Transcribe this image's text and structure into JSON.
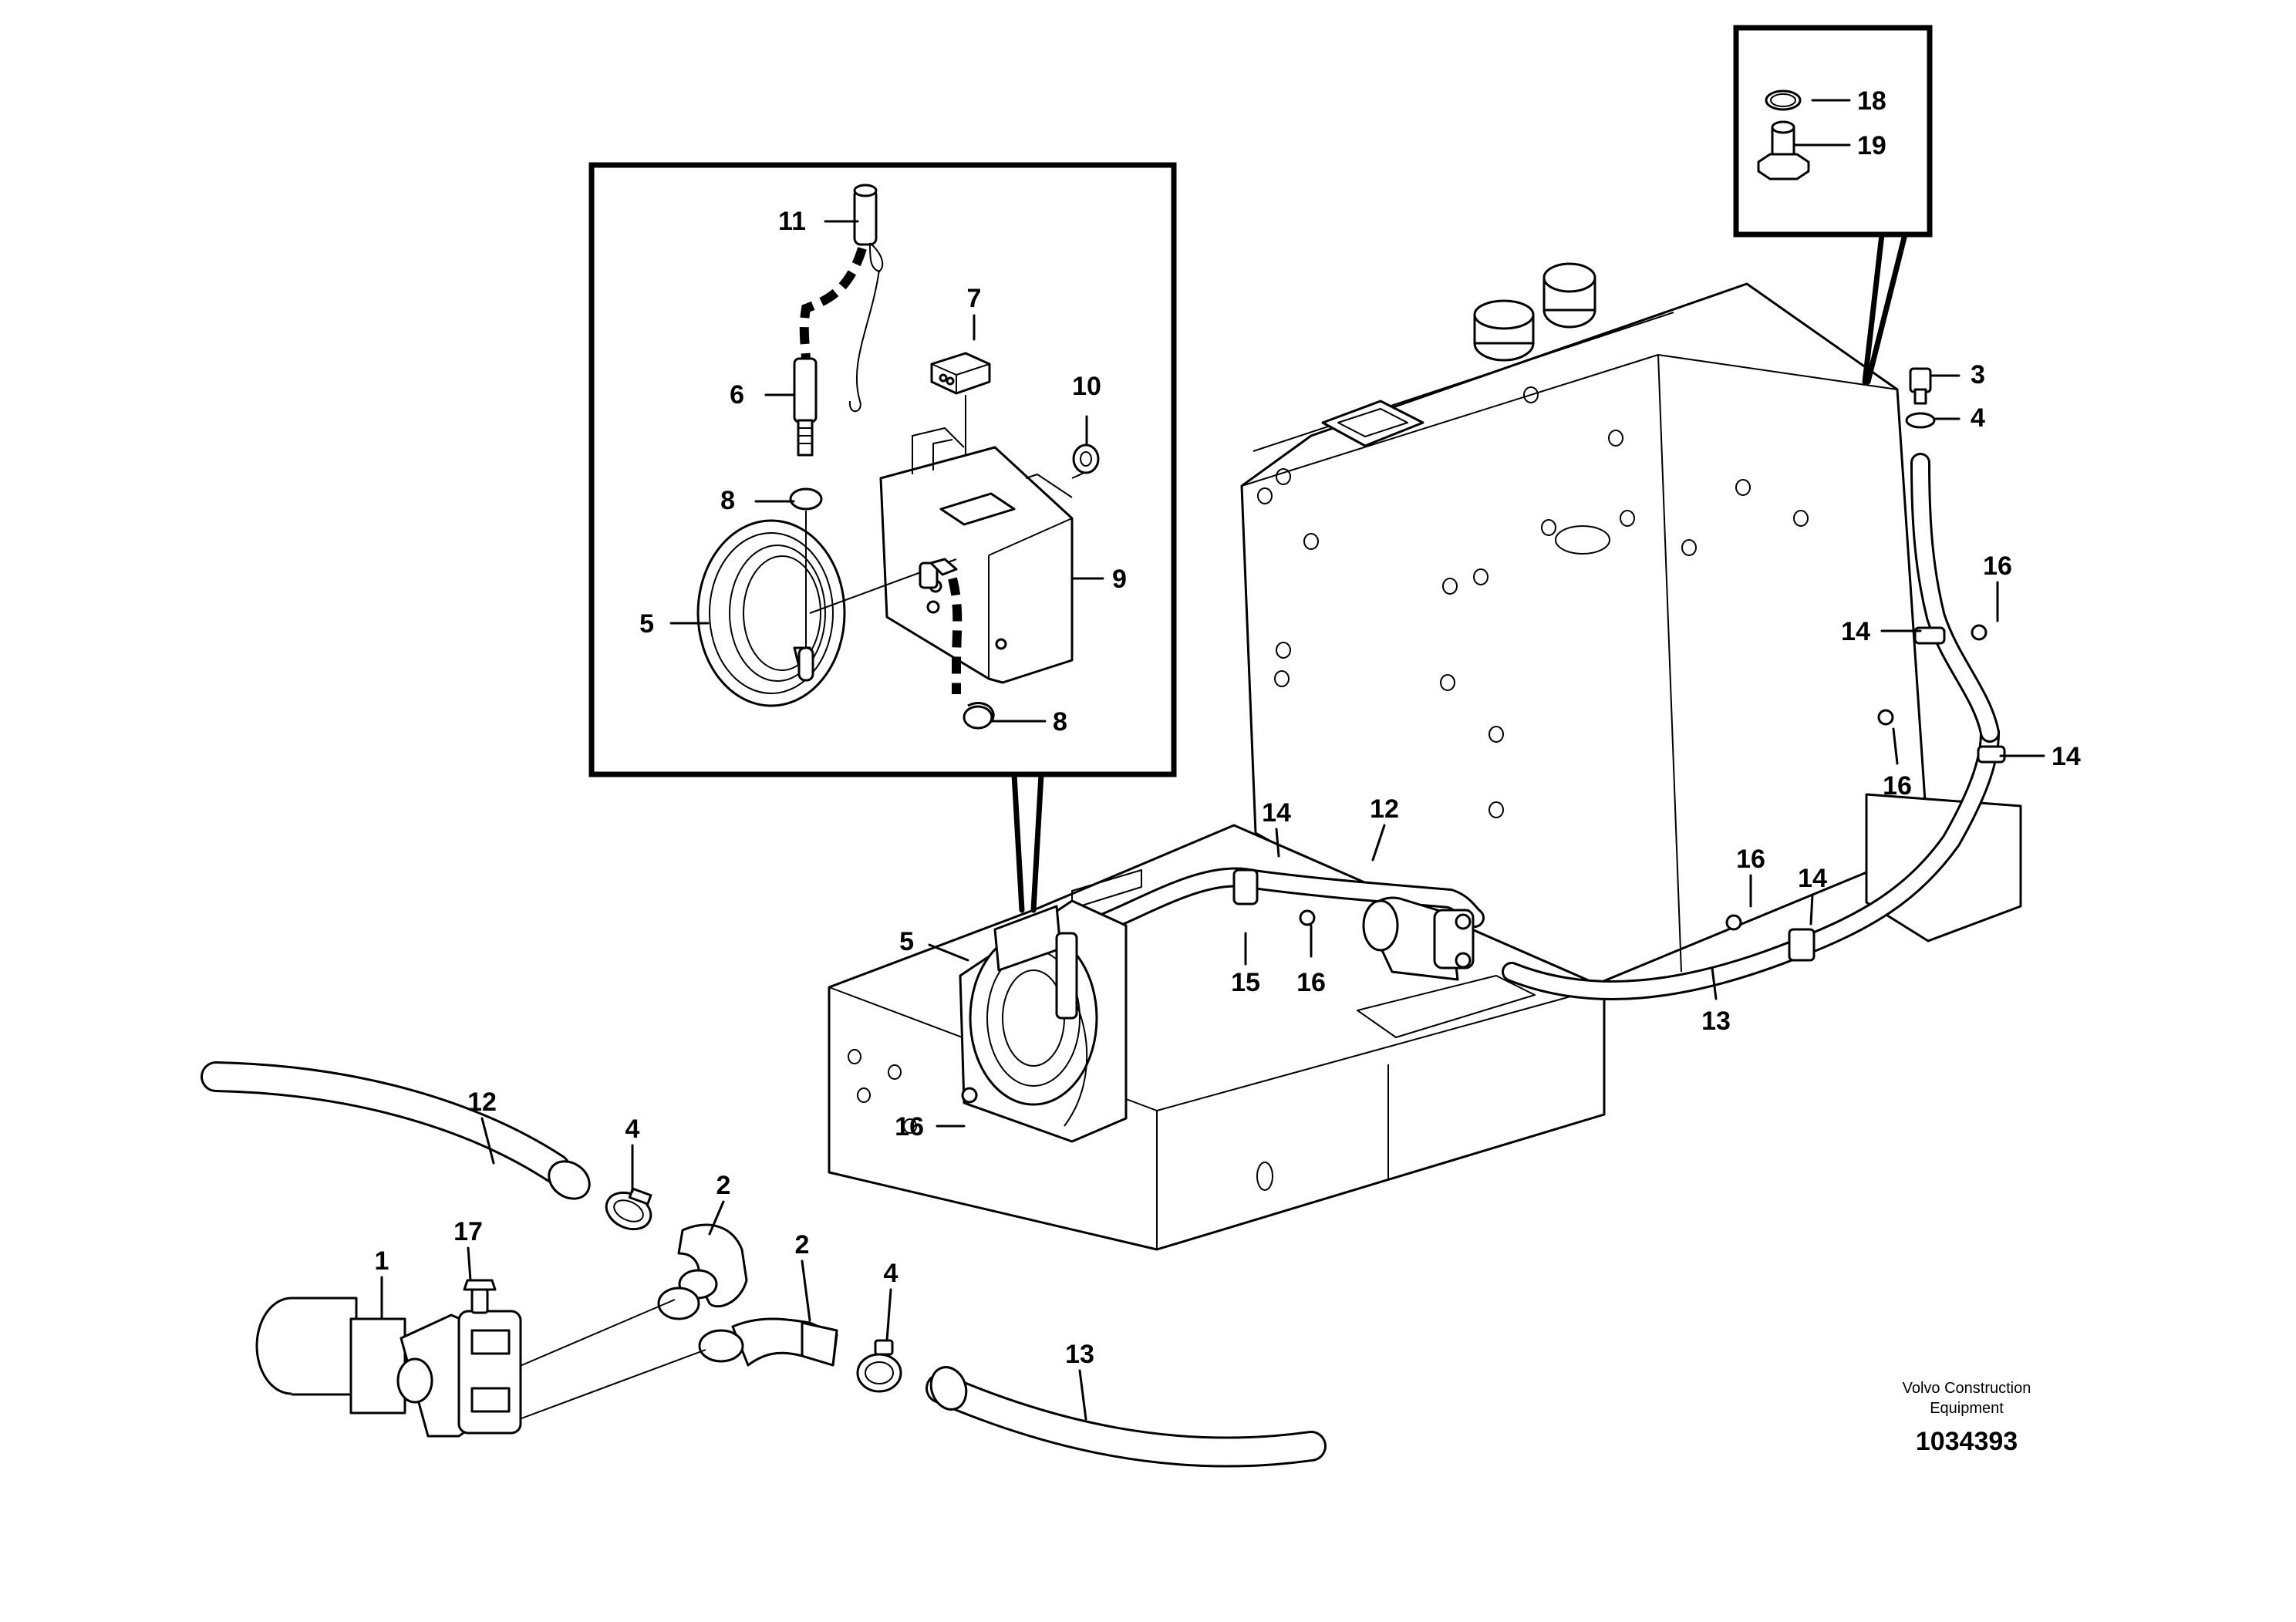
{
  "callouts": {
    "c1": "1",
    "c2a": "2",
    "c2b": "2",
    "c3": "3",
    "c4a": "4",
    "c4b": "4",
    "c4c": "4",
    "c5a": "5",
    "c5b": "5",
    "c6": "6",
    "c7": "7",
    "c8a": "8",
    "c8b": "8",
    "c9": "9",
    "c10": "10",
    "c11": "11",
    "c12a": "12",
    "c12b": "12",
    "c13a": "13",
    "c13b": "13",
    "c14a": "14",
    "c14b": "14",
    "c14c": "14",
    "c14d": "14",
    "c15": "15",
    "c16a": "16",
    "c16b": "16",
    "c16c": "16",
    "c16d": "16",
    "c16e": "16",
    "c17": "17",
    "c18": "18",
    "c19": "19"
  },
  "footer": {
    "brand_line1": "Volvo Construction",
    "brand_line2": "Equipment",
    "doc_number": "1034393"
  }
}
